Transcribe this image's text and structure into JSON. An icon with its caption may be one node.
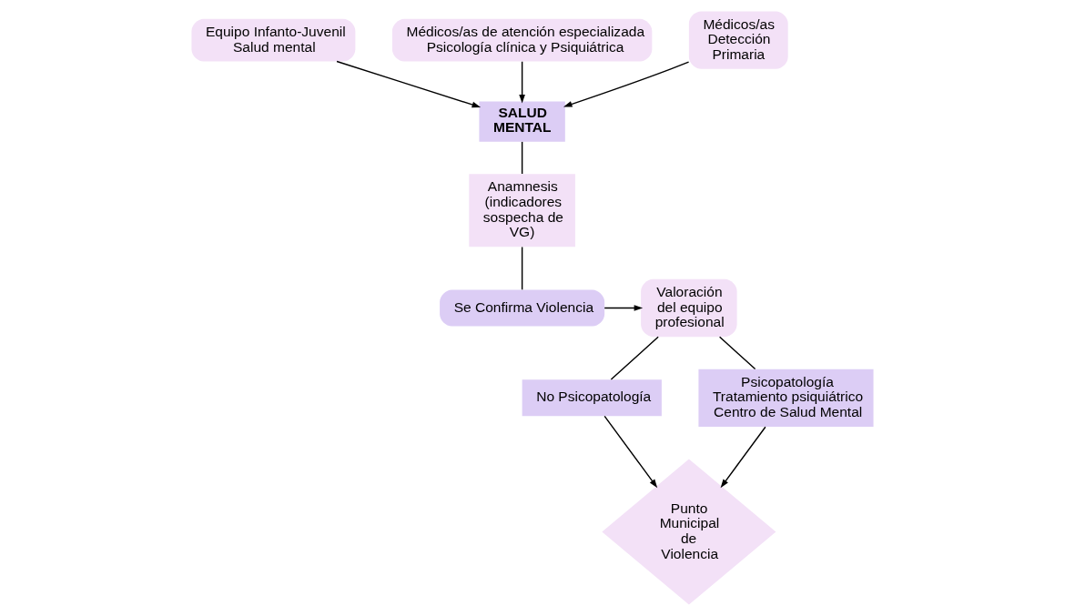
{
  "diagram": {
    "nodes": [
      {
        "text": [
          "Equipo Infanto-Juvenil Salud mental"
        ]
      },
      {
        "text": [
          "Médicos/as de atención especializada Psicología clínica y Psiquiátrica"
        ]
      },
      {
        "text": [
          "Médicos/as Detección Primaria"
        ]
      },
      {
        "text": [
          "SALUD MENTAL"
        ]
      },
      {
        "text": [
          "Anamnesis (indicadores sospecha de VG)"
        ]
      },
      {
        "text": [
          "Se Confirma Violencia"
        ]
      },
      {
        "text": [
          "Valoración del equipo profesional"
        ]
      },
      {
        "text": [
          "No Psicopatología"
        ]
      },
      {
        "text": [
          "Psicopatología Tratamiento psiquiátrico Centro de Salud Mental"
        ]
      },
      {
        "text": [
          "Punto Municipal de Violencia"
        ]
      }
    ],
    "edges": [
      {
        "from": 0,
        "to": 3,
        "arrow": "to"
      },
      {
        "from": 1,
        "to": 3,
        "arrow": "to"
      },
      {
        "from": 2,
        "to": 3,
        "arrow": "to"
      },
      {
        "from": 3,
        "to": 4,
        "arrow": "none"
      },
      {
        "from": 4,
        "to": 5,
        "arrow": "none"
      },
      {
        "from": 5,
        "to": 6,
        "arrow": "to"
      },
      {
        "from": 6,
        "to": 7,
        "arrow": "none"
      },
      {
        "from": 6,
        "to": 8,
        "arrow": "none"
      },
      {
        "from": 7,
        "to": 9,
        "arrow": "to"
      },
      {
        "from": 8,
        "to": 9,
        "arrow": "to"
      }
    ]
  }
}
